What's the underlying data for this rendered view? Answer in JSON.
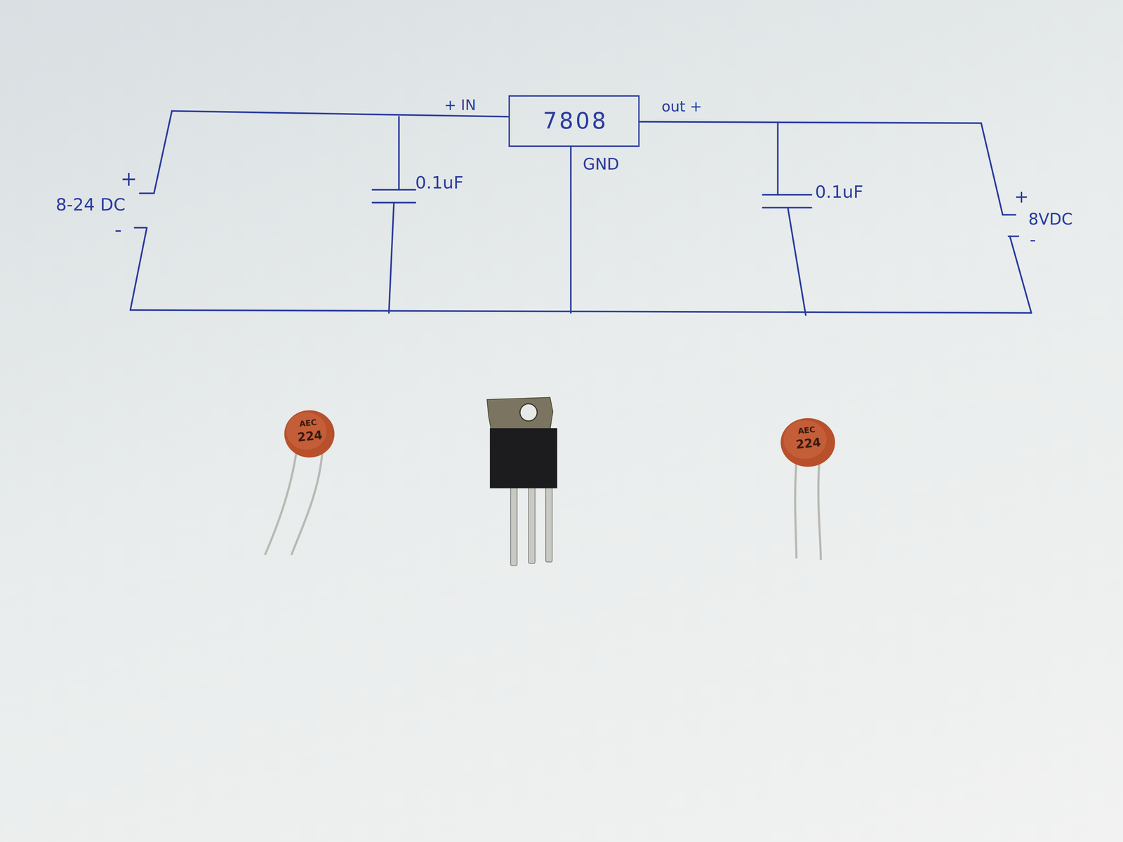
{
  "diagram": {
    "nodes": [
      {
        "text": [
          "7808"
        ]
      }
    ],
    "labels": [
      "+ IN",
      "out +",
      "GND",
      "0.1uF",
      "0.1uF",
      "+",
      "8-24 DC",
      "-",
      "+",
      "8VDC",
      "-",
      "AEC",
      "224",
      "AEC",
      "224"
    ]
  }
}
